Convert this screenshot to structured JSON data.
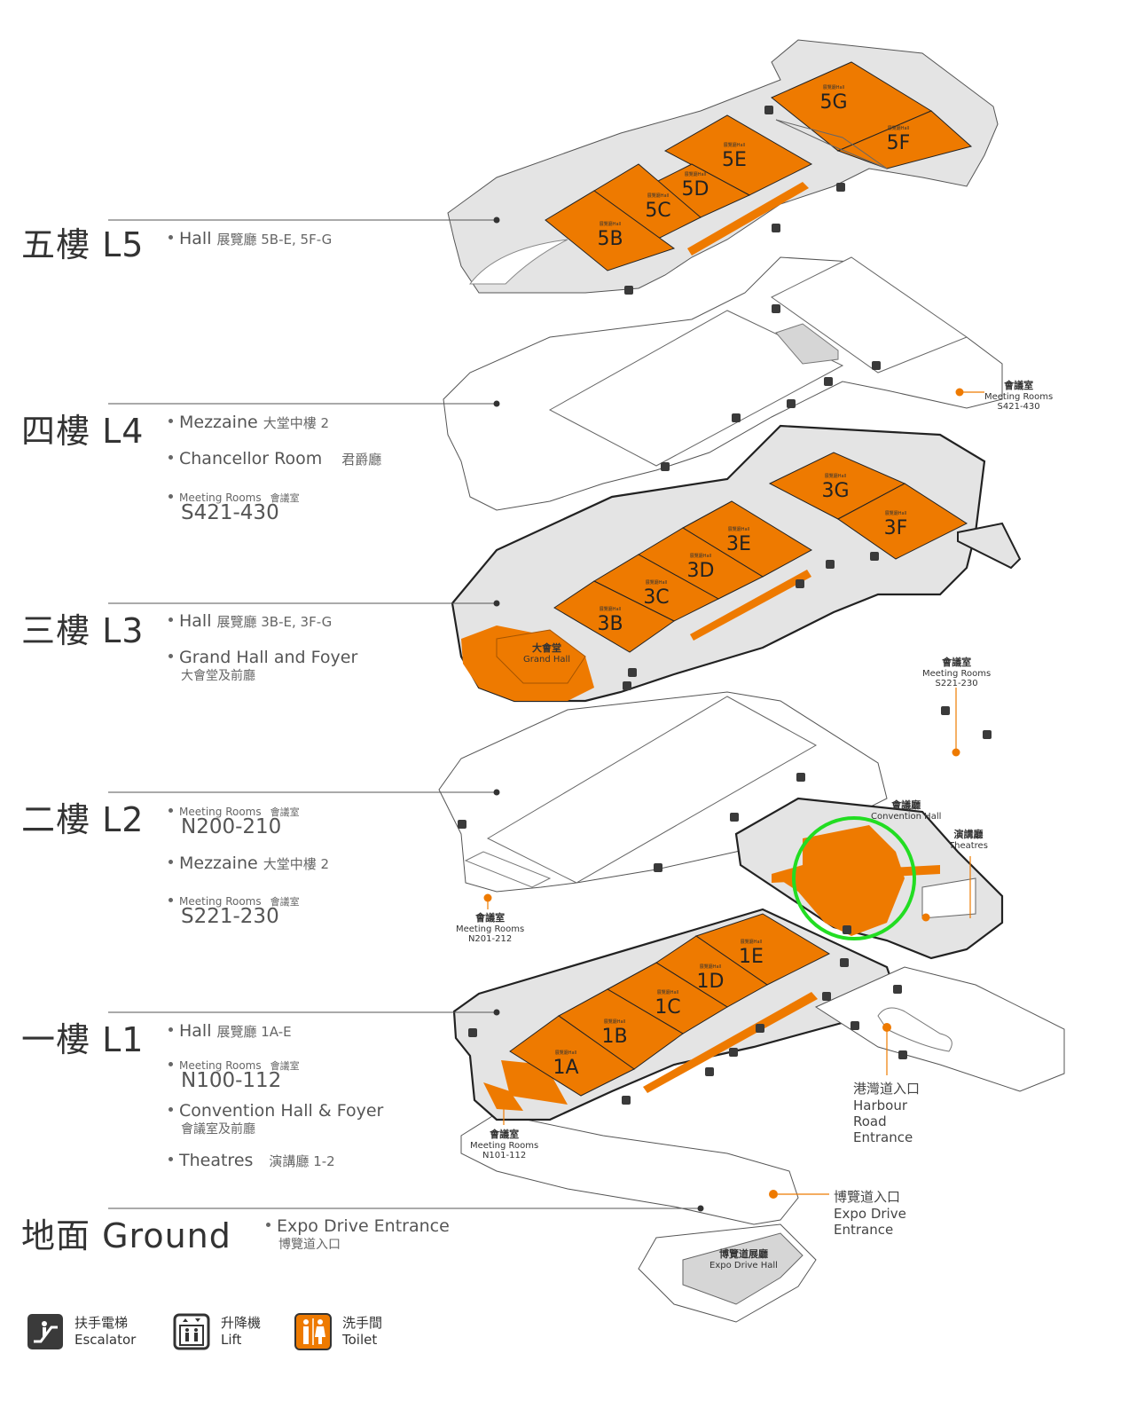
{
  "floors": {
    "l5": {
      "title": "五樓 L5",
      "items": [
        {
          "text": "Hall",
          "zh": "展覽廳 5B-E, 5F-G"
        }
      ],
      "halls": [
        {
          "code": "5G",
          "sub": "展覽廳Hall"
        },
        {
          "code": "5F",
          "sub": "展覽廳Hall"
        },
        {
          "code": "5E",
          "sub": "展覽廳Hall"
        },
        {
          "code": "5D",
          "sub": "展覽廳Hall"
        },
        {
          "code": "5C",
          "sub": "展覽廳Hall"
        },
        {
          "code": "5B",
          "sub": "展覽廳Hall"
        }
      ]
    },
    "l4": {
      "title": "四樓 L4",
      "items": [
        {
          "text": "Mezzaine",
          "zh": "大堂中樓 2"
        },
        {
          "text": "Chancellor Room",
          "zh": "君爵廳"
        },
        {
          "head": "Meeting Rooms",
          "zh": "會議室",
          "num": "S421-430"
        }
      ],
      "meeting_rooms": {
        "zh": "會議室",
        "en": "Meeting Rooms",
        "num": "S421-430"
      }
    },
    "l3": {
      "title": "三樓 L3",
      "items": [
        {
          "text": "Hall",
          "zh": "展覽廳 3B-E, 3F-G"
        },
        {
          "text": "Grand Hall and Foyer",
          "sub": "大會堂及前廳"
        }
      ],
      "halls": [
        {
          "code": "3G",
          "sub": "展覽廳Hall"
        },
        {
          "code": "3F",
          "sub": "展覽廳Hall"
        },
        {
          "code": "3E",
          "sub": "展覽廳Hall"
        },
        {
          "code": "3D",
          "sub": "展覽廳Hall"
        },
        {
          "code": "3C",
          "sub": "展覽廳Hall"
        },
        {
          "code": "3B",
          "sub": "展覽廳Hall"
        }
      ],
      "grand_hall": {
        "zh": "大會堂",
        "en": "Grand Hall"
      },
      "meeting_rooms": {
        "zh": "會議室",
        "en": "Meeting Rooms",
        "num": "S221-230"
      }
    },
    "l2": {
      "title": "二樓 L2",
      "items": [
        {
          "head": "Meeting Rooms",
          "zh": "會議室",
          "num": "N200-210"
        },
        {
          "text": "Mezzaine",
          "zh": "大堂中樓 2"
        },
        {
          "head": "Meeting Rooms",
          "zh": "會議室",
          "num": "S221-230"
        }
      ],
      "convention_hall": {
        "zh": "會議廳",
        "en": "Convention Hall"
      },
      "theatres": {
        "zh": "演講廳",
        "en": "Theatres"
      },
      "meeting_rooms": {
        "zh": "會議室",
        "en": "Meeting Rooms",
        "num": "N201-212"
      }
    },
    "l1": {
      "title": "一樓 L1",
      "items": [
        {
          "text": "Hall",
          "zh": "展覽廳 1A-E"
        },
        {
          "head": "Meeting Rooms",
          "zh": "會議室",
          "num": "N100-112"
        },
        {
          "text": "Convention Hall & Foyer",
          "sub": "會議室及前廳"
        },
        {
          "text": "Theatres",
          "zh": "演講廳 1-2"
        }
      ],
      "halls": [
        {
          "code": "1E",
          "sub": "展覽廳Hall"
        },
        {
          "code": "1D",
          "sub": "展覽廳Hall"
        },
        {
          "code": "1C",
          "sub": "展覽廳Hall"
        },
        {
          "code": "1B",
          "sub": "展覽廳Hall"
        },
        {
          "code": "1A",
          "sub": "展覽廳Hall"
        }
      ],
      "meeting_rooms": {
        "zh": "會議室",
        "en": "Meeting Rooms",
        "num": "N101-112"
      },
      "harbour_entrance": {
        "zh": "港灣道入口",
        "en": [
          "Harbour",
          "Road",
          "Entrance"
        ]
      }
    },
    "ground": {
      "title": "地面 Ground",
      "items": [
        {
          "text": "Expo Drive Entrance",
          "sub": "博覽道入口"
        }
      ],
      "expo_entrance": {
        "zh": "博覽道入口",
        "en": [
          "Expo Drive",
          "Entrance"
        ]
      },
      "expo_hall": {
        "zh": "博覽道展廳",
        "en": "Expo Drive Hall"
      }
    }
  },
  "legend": [
    {
      "icon": "escalator-icon",
      "zh": "扶手電梯",
      "en": "Escalator"
    },
    {
      "icon": "lift-icon",
      "zh": "升降機",
      "en": "Lift"
    },
    {
      "icon": "toilet-icon",
      "zh": "洗手間",
      "en": "Toilet"
    }
  ],
  "colors": {
    "hall": "#EE7A00",
    "floor": "#E4E4E4",
    "outline": "#222222",
    "highlight": "#22DD22",
    "icon_dark": "#3A3A3A"
  }
}
